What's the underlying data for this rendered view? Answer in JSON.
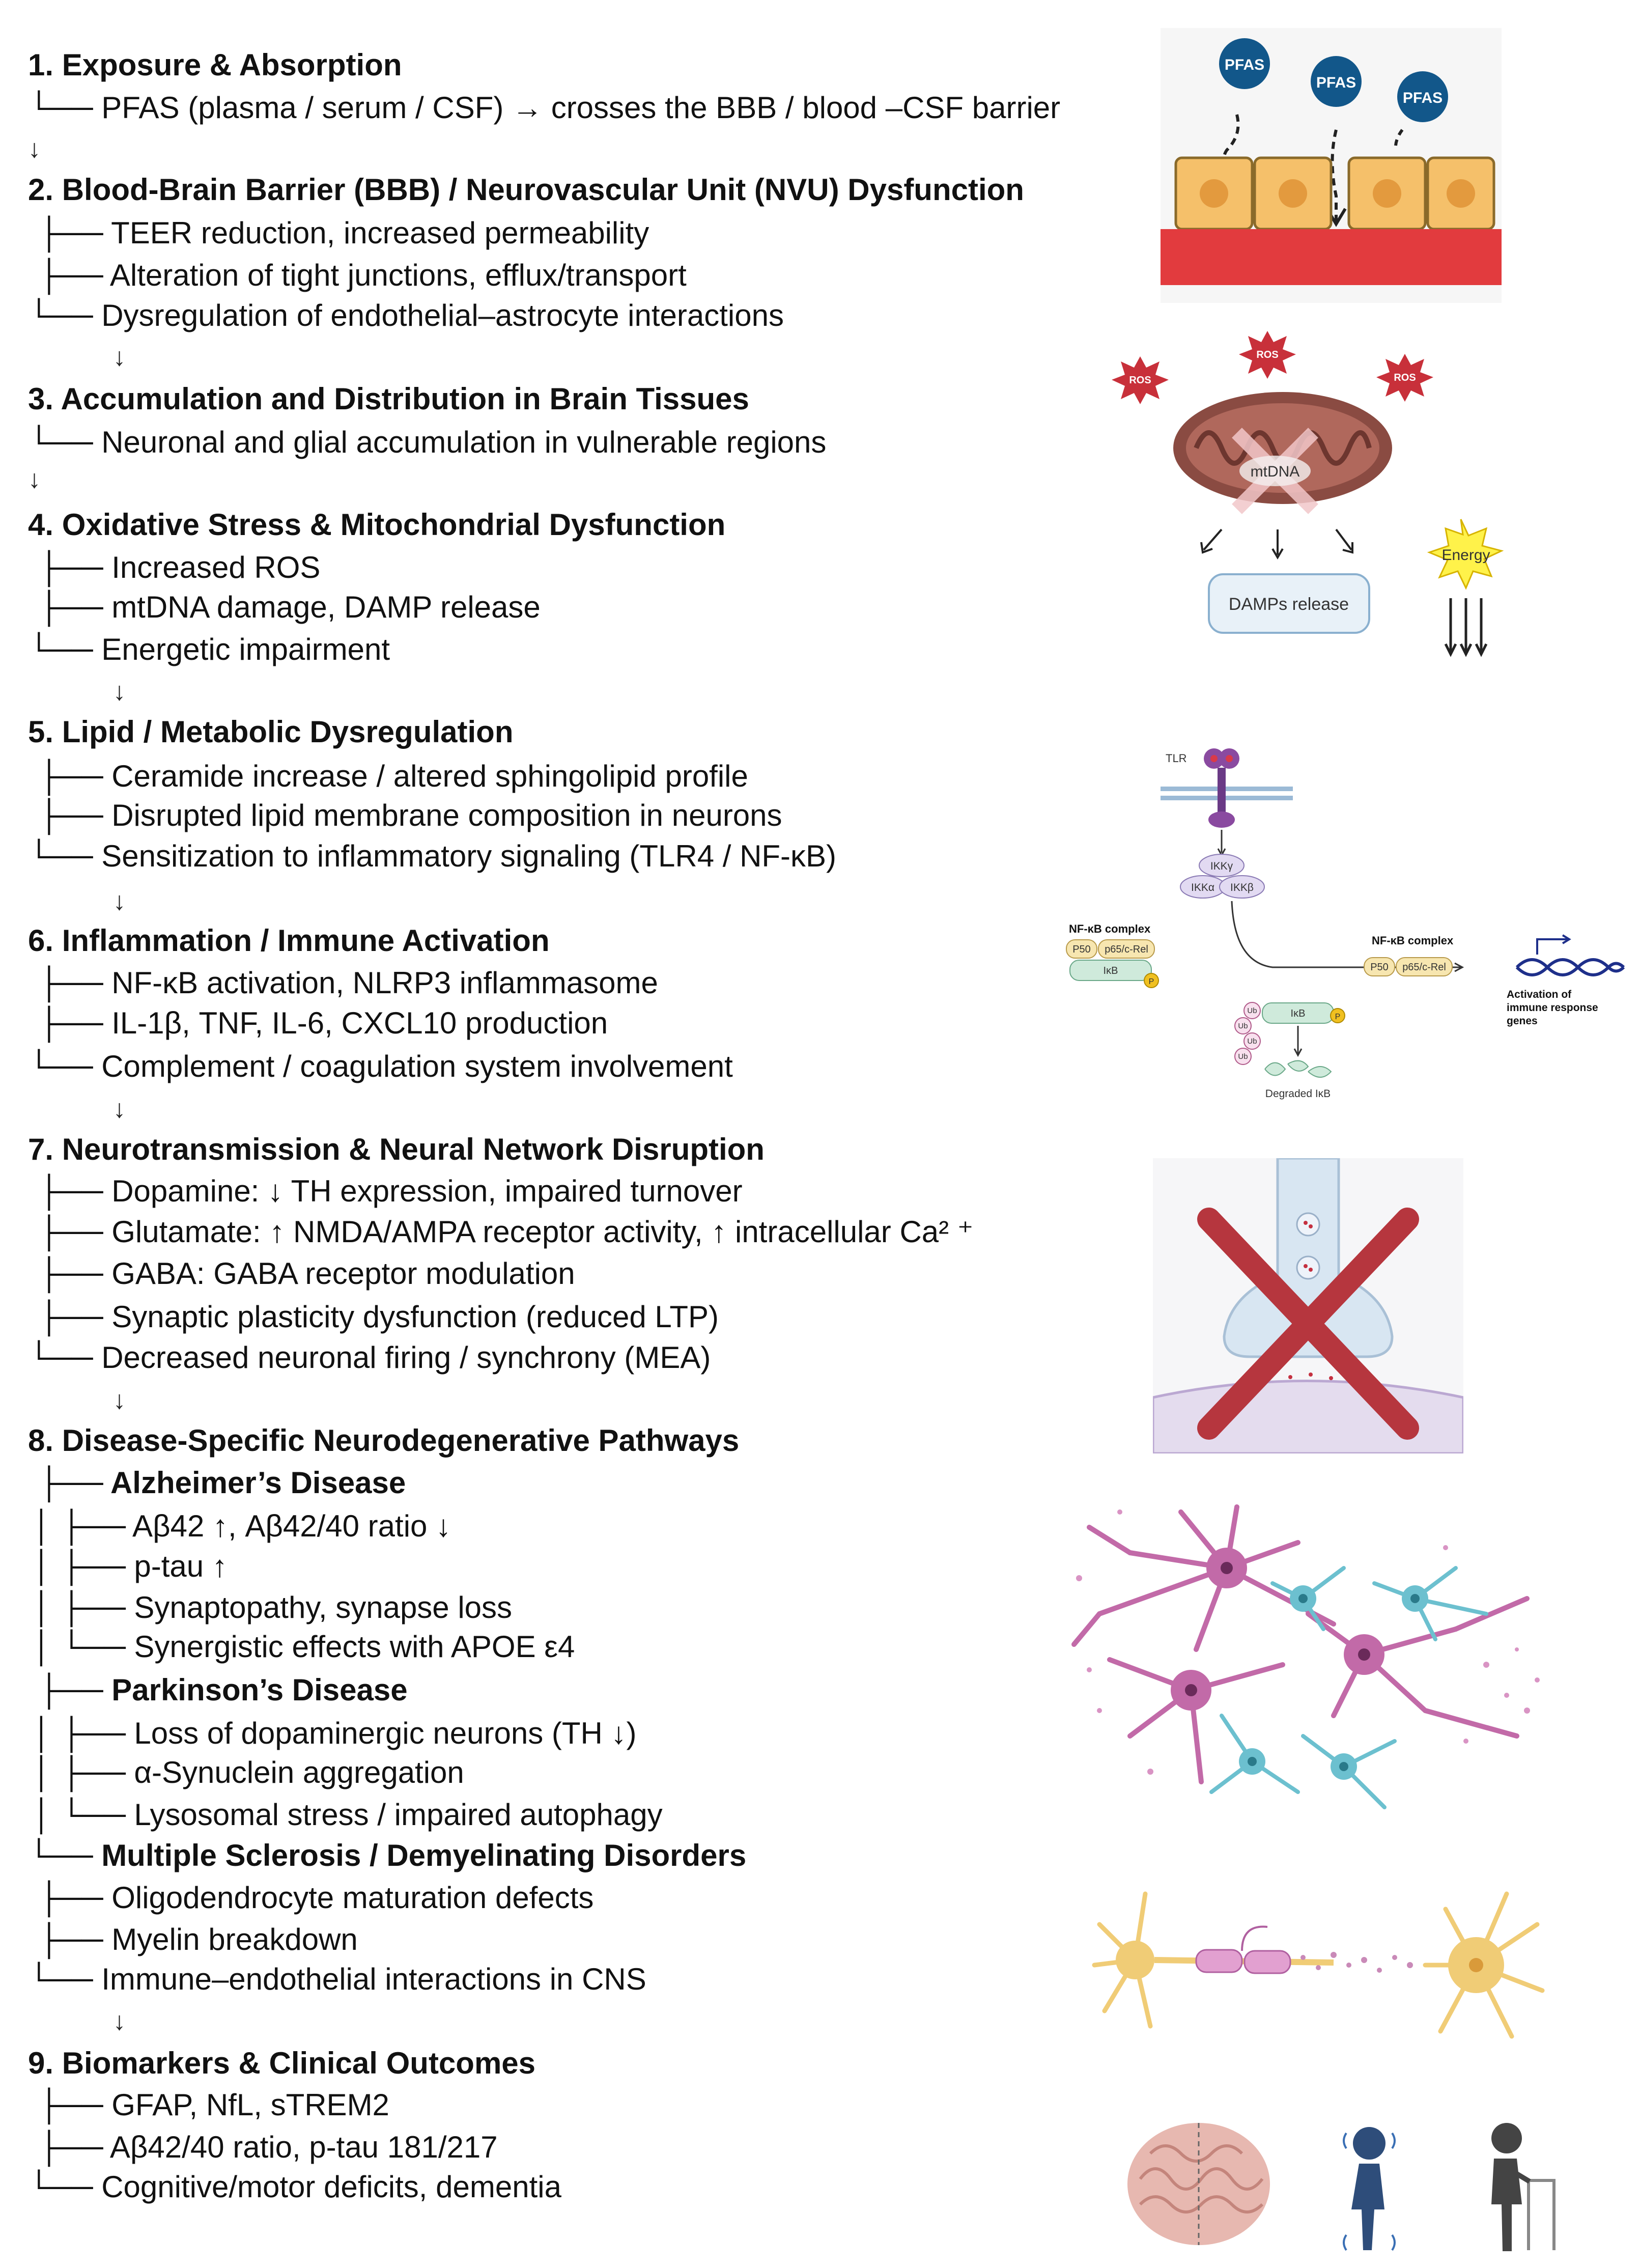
{
  "sections": [
    {
      "title": "1. Exposure & Absorption",
      "items": [
        "└── PFAS (plasma / serum / CSF) → crosses the BBB / blood –CSF barrier"
      ]
    },
    {
      "title": "2. Blood-Brain Barrier (BBB) / Neurovascular Unit (NVU) Dysfunction",
      "items": [
        "├── TEER reduction, increased permeability",
        "├── Alteration of tight junctions, efflux/transport",
        "└── Dysregulation of endothelial–astrocyte interactions"
      ]
    },
    {
      "title": "3. Accumulation and Distribution in Brain Tissues",
      "items": [
        "└── Neuronal and glial accumulation in vulnerable regions"
      ]
    },
    {
      "title": "4. Oxidative Stress & Mitochondrial Dysfunction",
      "items": [
        "├── Increased ROS",
        "├── mtDNA damage, DAMP release",
        "└── Energetic impairment"
      ]
    },
    {
      "title": "5. Lipid / Metabolic Dysregulation",
      "items": [
        "├── Ceramide increase / altered sphingolipid profile",
        "├── Disrupted lipid membrane composition in neurons",
        "└── Sensitization to inflammatory signaling (TLR4 / NF-κB)"
      ]
    },
    {
      "title": "6. Inflammation / Immune Activation",
      "items": [
        "├── NF-κB activation, NLRP3 inflammasome",
        "├── IL-1β, TNF, IL-6, CXCL10 production",
        "└── Complement / coagulation system involvement"
      ]
    },
    {
      "title": "7. Neurotransmission & Neural Network Disruption",
      "items": [
        "├── Dopamine: ↓ TH expression, impaired turnover",
        "├── Glutamate: ↑ NMDA/AMPA receptor activity, ↑ intracellular Ca² ⁺",
        "├── GABA: GABA receptor modulation",
        "├── Synaptic plasticity dysfunction (reduced LTP)",
        "└── Decreased neuronal firing / synchrony (MEA)"
      ]
    },
    {
      "title": "8. Disease-Specific Neurodegenerative Pathways",
      "items": []
    },
    {
      "title": "9. Biomarkers & Clinical Outcomes",
      "items": [
        "├── GFAP, NfL, sTREM2",
        "├── Aβ42/40 ratio, p-tau 181/217",
        "└── Cognitive/motor deficits, dementia"
      ]
    }
  ],
  "diseases": [
    {
      "name": "├── Alzheimer’s Disease",
      "items": [
        "│ ├── Aβ42 ↑, Aβ42/40 ratio ↓",
        "│ ├── p-tau ↑",
        "│ ├── Synaptopathy, synapse loss",
        "│ └── Synergistic effects with APOE ε4"
      ]
    },
    {
      "name": "├── Parkinson’s Disease",
      "items": [
        "│ ├── Loss of dopaminergic neurons (TH ↓)",
        "│ ├── α-Synuclein aggregation",
        "│ └── Lysosomal stress / impaired autophagy"
      ]
    },
    {
      "name": "└── Multiple Sclerosis / Demyelinating Disorders",
      "items": [
        "├── Oligodendrocyte maturation defects",
        "├── Myelin breakdown",
        "└── Immune–endothelial interactions in CNS"
      ]
    }
  ],
  "arrows": [
    "↓",
    "↓",
    "↓",
    "↓",
    "↓",
    "↓",
    "↓",
    "↓"
  ],
  "figures": {
    "pfas": {
      "label": "PFAS"
    },
    "mito": {
      "ros": "ROS",
      "mtdna": "mtDNA",
      "damps": "DAMPs release",
      "energy": "Energy"
    },
    "nfkb": {
      "tlr": "TLR",
      "ikkg": "IKKγ",
      "ikka": "IKKα",
      "ikkb": "IKKβ",
      "complex": "NF-κB complex",
      "p50": "P50",
      "p65": "p65/c-Rel",
      "ikb": "IκB",
      "p": "P",
      "ub": "Ub",
      "degraded": "Degraded IκB",
      "activation": [
        "Activation of",
        "immune response",
        "genes"
      ]
    }
  },
  "colors": {
    "accent_red": "#d9383c",
    "cell_orange": "#f5c06a",
    "pfas_blue": "#12578a",
    "mito_brown": "#8a4b42",
    "neuron_pink": "#c26aa8",
    "neuron_cyan": "#6cc0cf"
  }
}
